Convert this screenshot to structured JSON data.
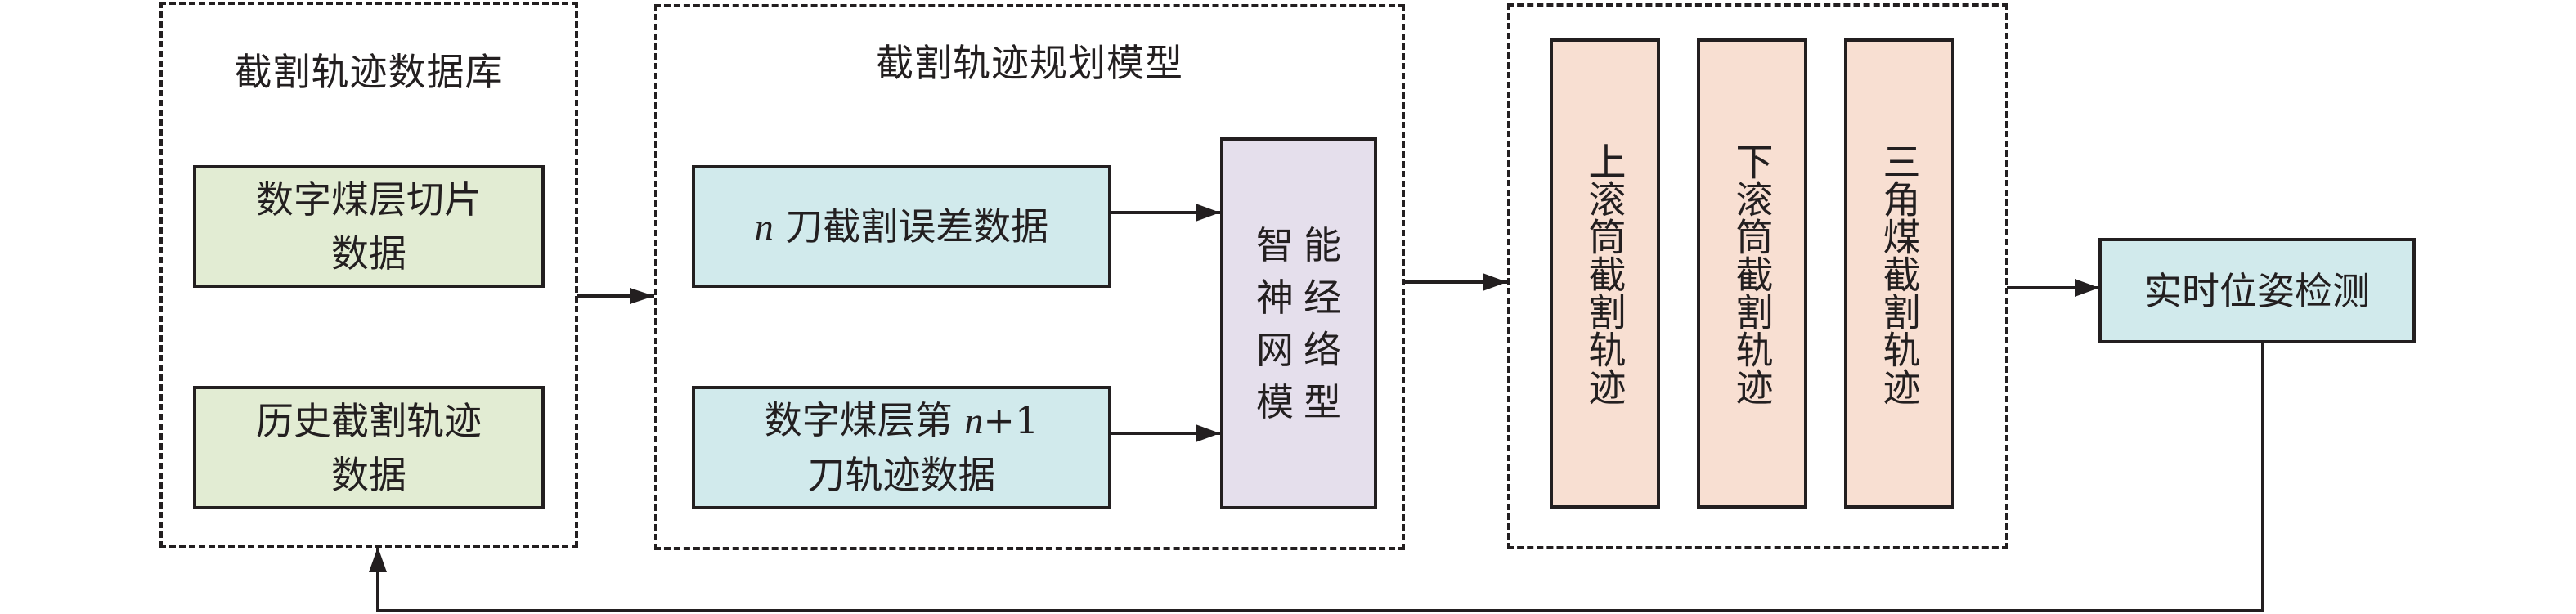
{
  "figure": {
    "groups": [
      {
        "id": "database",
        "title": "截割轨迹数据库",
        "boxes": [
          {
            "lines": [
              "数字煤层切片",
              "数据"
            ],
            "color": "#e2ecd3"
          },
          {
            "lines": [
              "历史截割轨迹",
              "数据"
            ],
            "color": "#e2ecd3"
          }
        ]
      },
      {
        "id": "planning-model",
        "title": "截割轨迹规划模型",
        "boxes": [
          {
            "var": "n",
            "lines": [
              " 刀截割误差数据"
            ],
            "color": "#d1eaec"
          },
          {
            "lines_pre": "数字煤层第 ",
            "var": "n",
            "lines_post": "+1",
            "line2": "刀轨迹数据",
            "color": "#d1eaec"
          },
          {
            "chars": [
              "智",
              "能",
              "神",
              "经",
              "网",
              "络",
              "模",
              "型"
            ],
            "color": "#e5dfec"
          }
        ]
      },
      {
        "id": "trajectories",
        "title": "",
        "boxes": [
          {
            "text": "上滚筒截割轨迹",
            "color": "#f8dfd2"
          },
          {
            "text": "下滚筒截割轨迹",
            "color": "#f8dfd2"
          },
          {
            "text": "三角煤截割轨迹",
            "color": "#f8dfd2"
          }
        ]
      }
    ],
    "standalone": {
      "text": "实时位姿检测",
      "color": "#d1eaec"
    },
    "edges": [
      {
        "from": "截割轨迹数据库",
        "to": "截割轨迹规划模型"
      },
      {
        "from": "n 刀截割误差数据",
        "to": "智能神经网络模型"
      },
      {
        "from": "数字煤层第 n+1 刀轨迹数据",
        "to": "智能神经网络模型"
      },
      {
        "from": "截割轨迹规划模型",
        "to": "截割轨迹组"
      },
      {
        "from": "截割轨迹组",
        "to": "实时位姿检测"
      },
      {
        "from": "实时位姿检测",
        "to": "截割轨迹数据库",
        "type": "feedback"
      }
    ],
    "line_color": "#231f20"
  }
}
